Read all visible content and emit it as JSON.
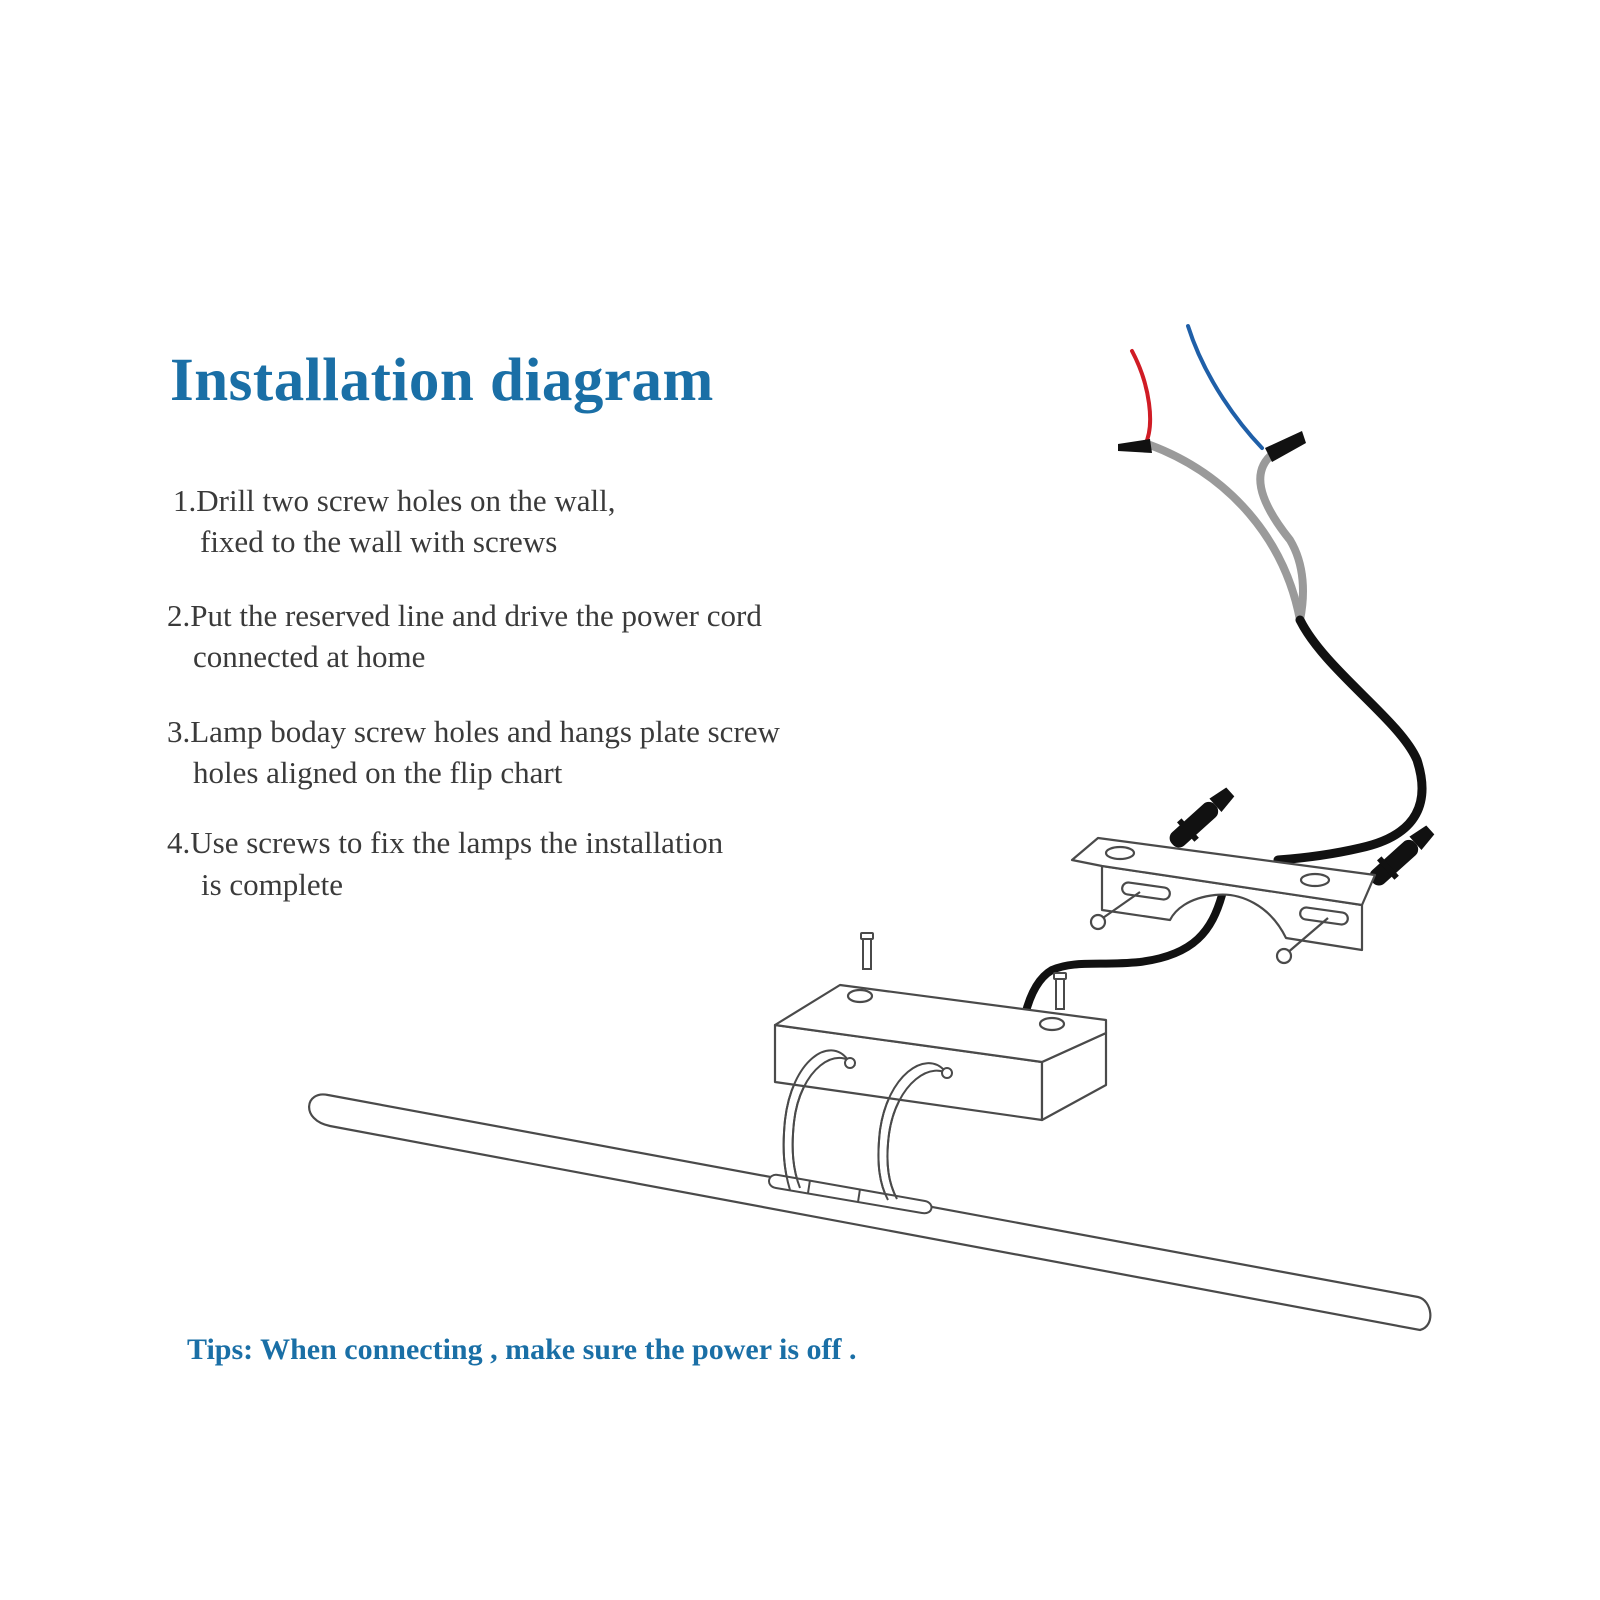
{
  "title": "Installation diagram",
  "steps": [
    {
      "line1": "1.Drill two screw holes on the wall,",
      "line2": "fixed to the wall with screws"
    },
    {
      "line1": "2.Put the reserved line and drive the power cord",
      "line2": "connected at home"
    },
    {
      "line1": "3.Lamp boday screw holes and hangs plate screw",
      "line2": "holes aligned on the flip chart"
    },
    {
      "line1": "4.Use screws to fix the lamps the installation",
      "line2": "is complete"
    }
  ],
  "tip": "Tips: When connecting , make sure the power is off .",
  "colors": {
    "heading": "#1a6fa6",
    "body_text": "#3a3a3a",
    "live_wire": "#d01c25",
    "neutral_wire": "#1f5fa8",
    "sheath": "#9a9a9a",
    "power_cord": "#111111",
    "outline": "#4a4a4a"
  }
}
